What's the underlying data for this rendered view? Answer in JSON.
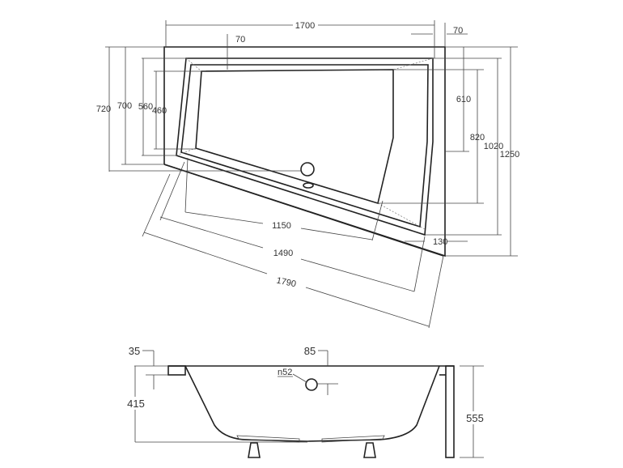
{
  "top_view": {
    "width_1700": "1700",
    "rim_top_70": "70",
    "rim_right_70": "70",
    "left_720": "720",
    "left_700": "700",
    "left_560": "560",
    "left_460": "460",
    "right_610": "610",
    "right_820": "820",
    "right_1020": "1020",
    "right_1250": "1250",
    "offset_130": "130",
    "diag_1150": "1150",
    "diag_1490": "1490",
    "diag_1790": "1790"
  },
  "side_view": {
    "rim_35": "35",
    "overflow_85": "85",
    "overflow_n52": "n52",
    "depth_415": "415",
    "height_555": "555"
  }
}
